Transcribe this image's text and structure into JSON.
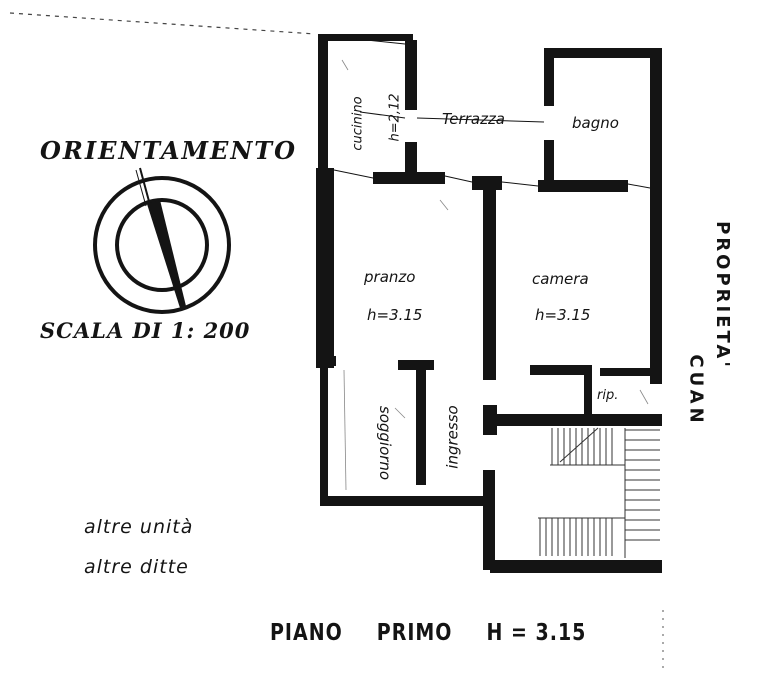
{
  "orientation": {
    "title": "ORIENTAMENTO",
    "scale_label": "SCALA DI 1: 200"
  },
  "rooms": {
    "cucinino": {
      "name": "cucinino",
      "height": "h=2,12"
    },
    "terrazza": {
      "name": "Terrazza"
    },
    "bagno": {
      "name": "bagno"
    },
    "pranzo": {
      "name": "pranzo",
      "height": "h=3.15"
    },
    "camera": {
      "name": "camera",
      "height": "h=3.15"
    },
    "soggiorno": {
      "name": "soggiorno"
    },
    "ingresso": {
      "name": "ingresso"
    },
    "rip": {
      "name": "rip."
    }
  },
  "neighbors": {
    "line1": "altre unità",
    "line2": "altre ditte",
    "property_line1": "PROPRIETA'",
    "property_line2": "CUAN"
  },
  "caption": {
    "floor": "PIANO",
    "level": "PRIMO",
    "height": "H = 3.15"
  },
  "colors": {
    "ink": "#141414",
    "paper": "#ffffff"
  }
}
